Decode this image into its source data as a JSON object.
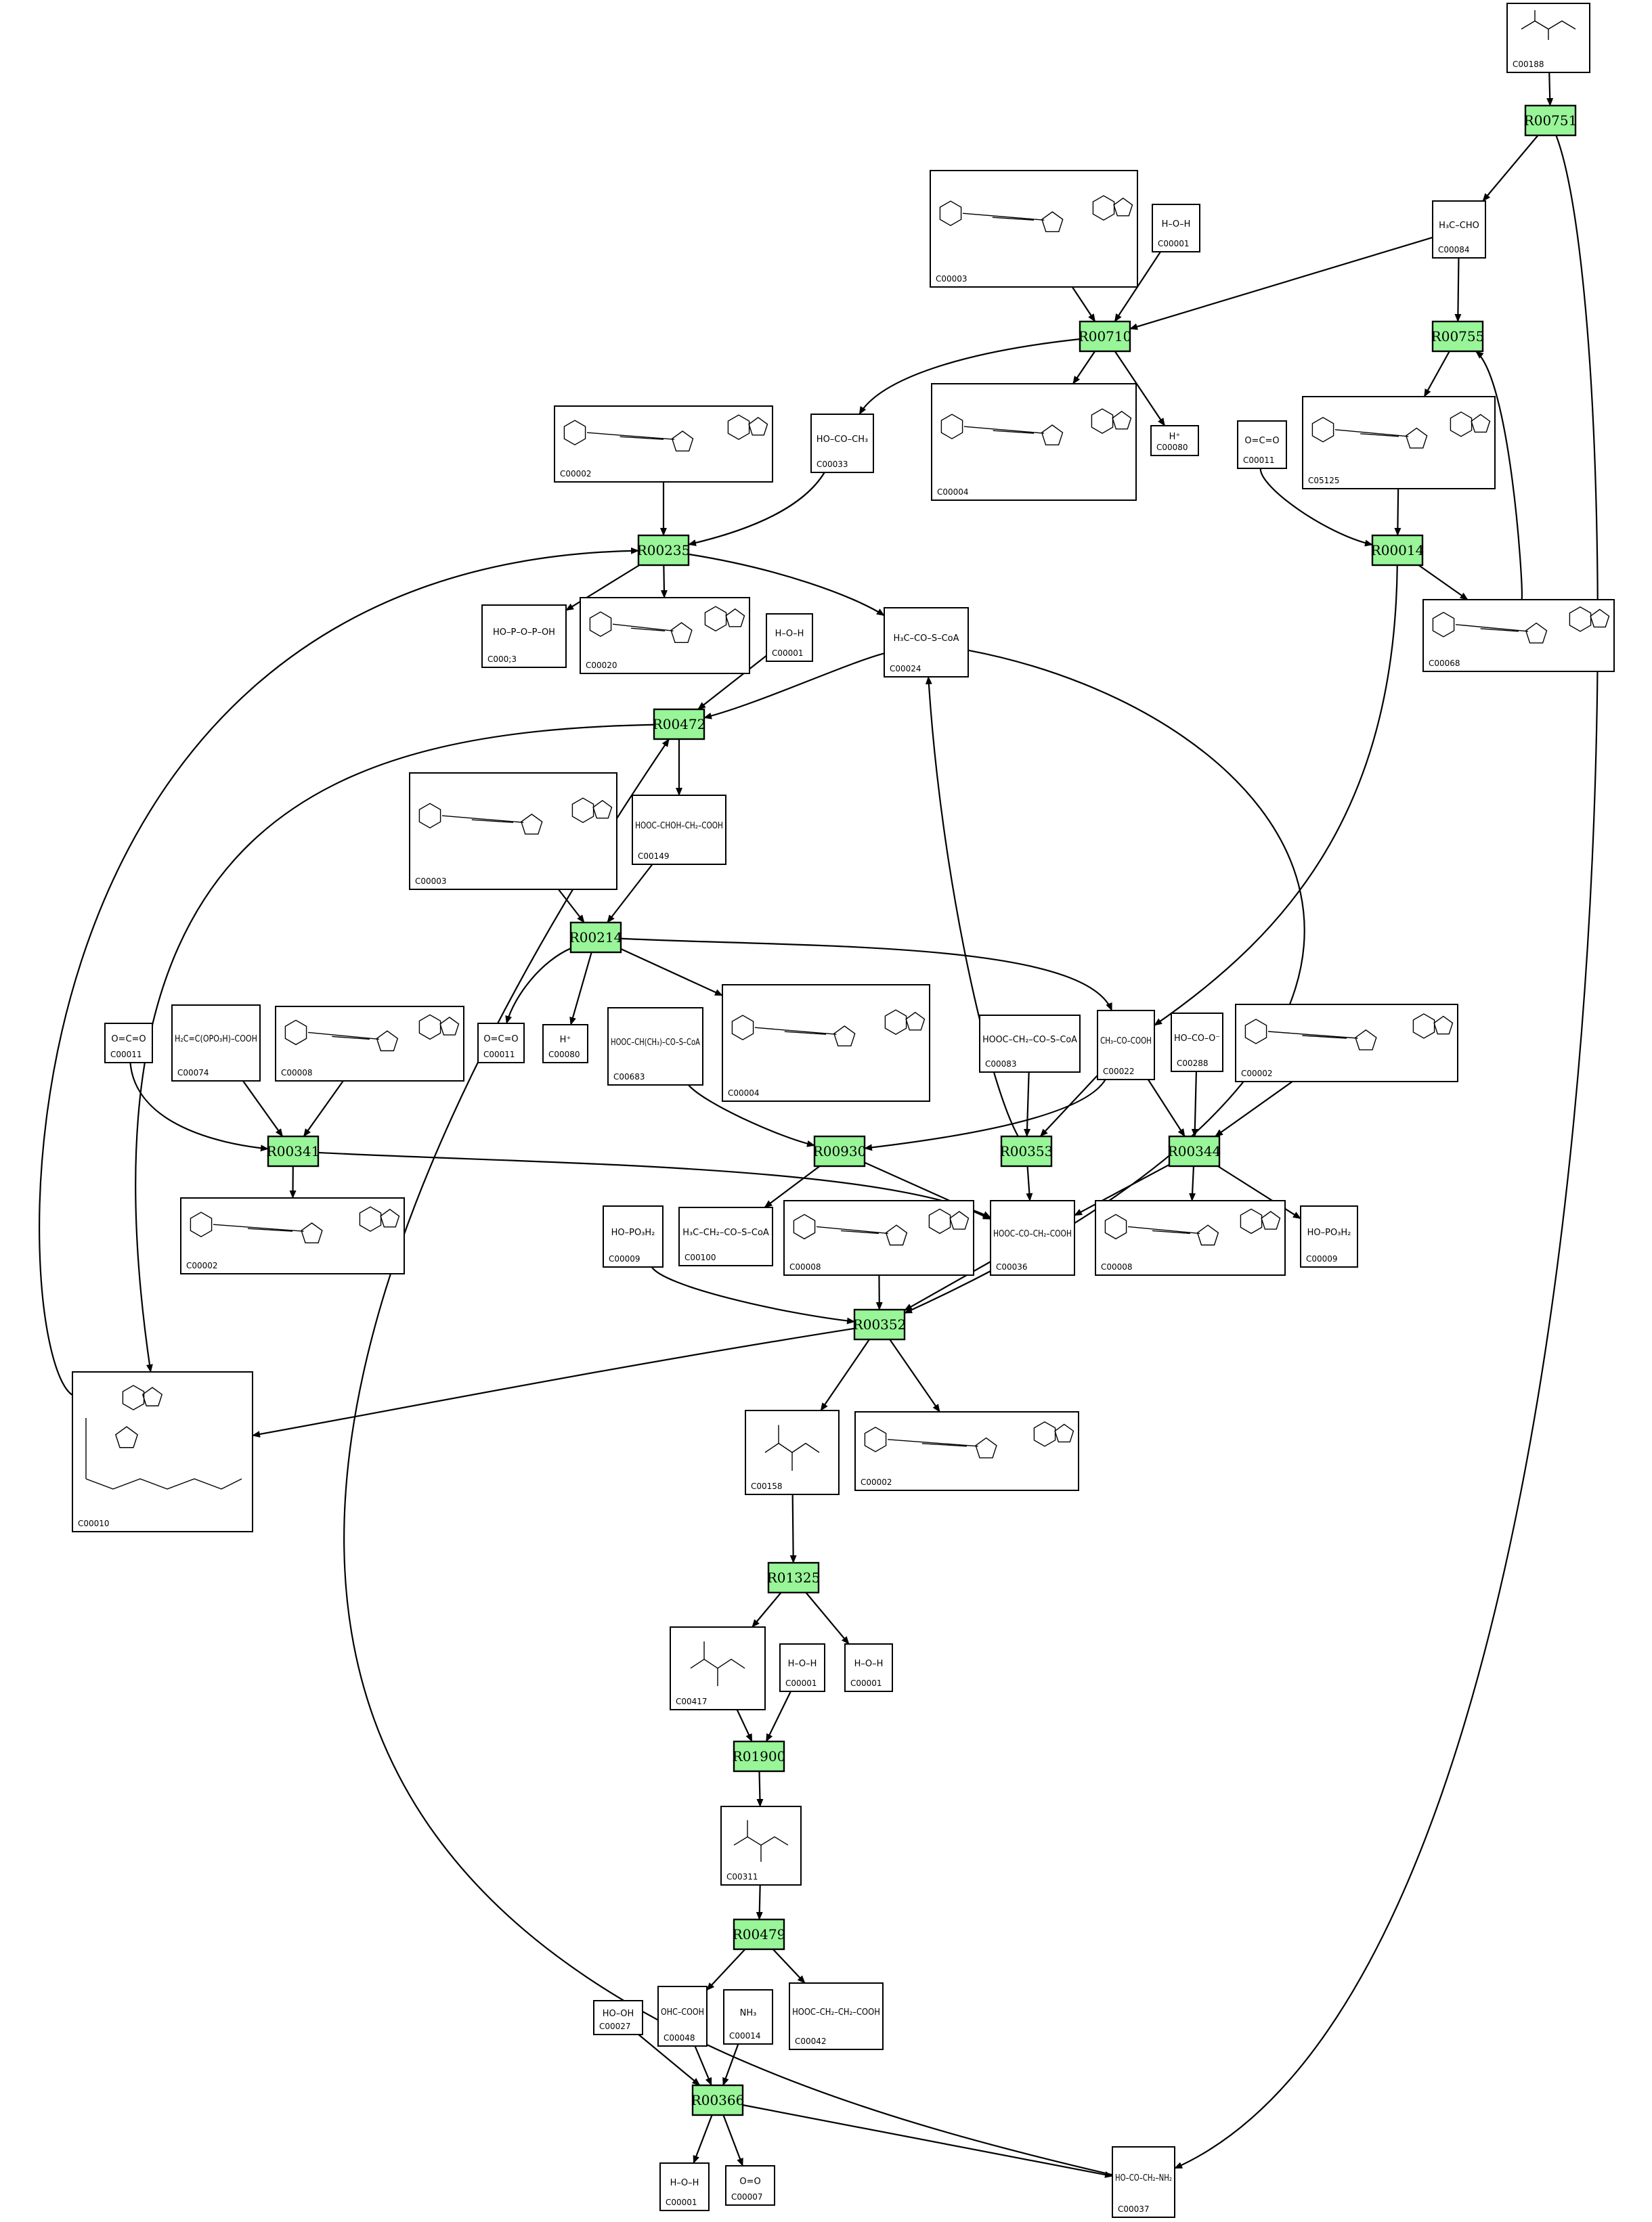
{
  "reactions": [
    {
      "id": "r-R00751",
      "label": "R00751"
    },
    {
      "id": "r-R00710",
      "label": "R00710"
    },
    {
      "id": "r-R00755",
      "label": "R00755"
    },
    {
      "id": "r-R00014",
      "label": "R00014"
    },
    {
      "id": "r-R00235",
      "label": "R00235"
    },
    {
      "id": "r-R00472",
      "label": "R00472"
    },
    {
      "id": "r-R00214",
      "label": "R00214"
    },
    {
      "id": "r-R00341",
      "label": "R00341"
    },
    {
      "id": "r-R00930",
      "label": "R00930"
    },
    {
      "id": "r-R00353",
      "label": "R00353"
    },
    {
      "id": "r-R00344",
      "label": "R00344"
    },
    {
      "id": "r-R00352",
      "label": "R00352"
    },
    {
      "id": "r-R01325",
      "label": "R01325"
    },
    {
      "id": "r-R01900",
      "label": "R01900"
    },
    {
      "id": "r-R00479",
      "label": "R00479"
    },
    {
      "id": "r-R00366",
      "label": "R00366"
    }
  ],
  "compounds": [
    {
      "id": "c-C00188-top",
      "cid": "C00188",
      "formula": "",
      "kind": "amino"
    },
    {
      "id": "c-C00084",
      "cid": "C00084",
      "formula": "H₃C–CHO",
      "kind": "small"
    },
    {
      "id": "c-C00003-top",
      "cid": "C00003",
      "formula": "",
      "kind": "nucleotide"
    },
    {
      "id": "c-C00001-a",
      "cid": "C00001",
      "formula": "H–O–H",
      "kind": "small"
    },
    {
      "id": "c-C00004-top",
      "cid": "C00004",
      "formula": "",
      "kind": "nucleotide"
    },
    {
      "id": "c-C00080-a",
      "cid": "C00080",
      "formula": "H⁺",
      "kind": "small"
    },
    {
      "id": "c-C05125",
      "cid": "C05125",
      "formula": "",
      "kind": "thiamine"
    },
    {
      "id": "c-C00011-a",
      "cid": "C00011",
      "formula": "O=C=O",
      "kind": "small"
    },
    {
      "id": "c-C00002-a",
      "cid": "C00002",
      "formula": "",
      "kind": "nucleotide"
    },
    {
      "id": "c-C00033",
      "cid": "C00033",
      "formula": "HO–CO–CH₃",
      "kind": "small"
    },
    {
      "id": "c-C00013",
      "cid": "C000;3",
      "formula": "HO–P–O–P–OH",
      "kind": "small"
    },
    {
      "id": "c-C00020",
      "cid": "C00020",
      "formula": "",
      "kind": "nucleotide"
    },
    {
      "id": "c-C00001-b",
      "cid": "C00001",
      "formula": "H–O–H",
      "kind": "small"
    },
    {
      "id": "c-C00024",
      "cid": "C00024",
      "formula": "H₃C–CO–S–CoA",
      "kind": "small"
    },
    {
      "id": "c-C00068",
      "cid": "C00068",
      "formula": "",
      "kind": "thiamine"
    },
    {
      "id": "c-C00003-mid",
      "cid": "C00003",
      "formula": "",
      "kind": "nucleotide"
    },
    {
      "id": "c-C00149",
      "cid": "C00149",
      "formula": "HOOC–CHOH–CH₂–COOH",
      "kind": "small"
    },
    {
      "id": "c-C00011-b",
      "cid": "C00011",
      "formula": "O=C=O",
      "kind": "small"
    },
    {
      "id": "c-C00080-b",
      "cid": "C00080",
      "formula": "H⁺",
      "kind": "small"
    },
    {
      "id": "c-C00004-mid",
      "cid": "C00004",
      "formula": "",
      "kind": "nucleotide"
    },
    {
      "id": "c-C00011-c",
      "cid": "C00011",
      "formula": "O=C=O",
      "kind": "small"
    },
    {
      "id": "c-C00074",
      "cid": "C00074",
      "formula": "H₂C=C(OPO₃H)–COOH",
      "kind": "small"
    },
    {
      "id": "c-C00008-a",
      "cid": "C00008",
      "formula": "",
      "kind": "nucleotide"
    },
    {
      "id": "c-C00683",
      "cid": "C00683",
      "formula": "HOOC–CH(CH₃)–CO–S–CoA",
      "kind": "small"
    },
    {
      "id": "c-C00083",
      "cid": "C00083",
      "formula": "HOOC–CH₂–CO–S–CoA",
      "kind": "small"
    },
    {
      "id": "c-C00022",
      "cid": "C00022",
      "formula": "CH₃–CO–COOH",
      "kind": "small"
    },
    {
      "id": "c-C00288",
      "cid": "C00288",
      "formula": "HO–CO–O⁻",
      "kind": "small"
    },
    {
      "id": "c-C00002-b",
      "cid": "C00002",
      "formula": "",
      "kind": "nucleotide"
    },
    {
      "id": "c-C00002-c",
      "cid": "C00002",
      "formula": "",
      "kind": "nucleotide"
    },
    {
      "id": "c-C00009-a",
      "cid": "C00009",
      "formula": "HO–PO₃H₂",
      "kind": "small"
    },
    {
      "id": "c-C00100",
      "cid": "C00100",
      "formula": "H₃C–CH₂–CO–S–CoA",
      "kind": "small"
    },
    {
      "id": "c-C00008-b",
      "cid": "C00008",
      "formula": "",
      "kind": "nucleotide"
    },
    {
      "id": "c-C00036",
      "cid": "C00036",
      "formula": "HOOC–CO–CH₂–COOH",
      "kind": "small"
    },
    {
      "id": "c-C00008-c",
      "cid": "C00008",
      "formula": "",
      "kind": "nucleotide"
    },
    {
      "id": "c-C00009-b",
      "cid": "C00009",
      "formula": "HO–PO₃H₂",
      "kind": "small"
    },
    {
      "id": "c-C00010",
      "cid": "C00010",
      "formula": "",
      "kind": "coa"
    },
    {
      "id": "c-C00158",
      "cid": "C00158",
      "formula": "",
      "kind": "citrate"
    },
    {
      "id": "c-C00002-d",
      "cid": "C00002",
      "formula": "",
      "kind": "nucleotide"
    },
    {
      "id": "c-C00417",
      "cid": "C00417",
      "formula": "",
      "kind": "citrate"
    },
    {
      "id": "c-C00001-c",
      "cid": "C00001",
      "formula": "H–O–H",
      "kind": "small"
    },
    {
      "id": "c-C00001-d",
      "cid": "C00001",
      "formula": "H–O–H",
      "kind": "small"
    },
    {
      "id": "c-C00311",
      "cid": "C00311",
      "formula": "",
      "kind": "citrate"
    },
    {
      "id": "c-C00027",
      "cid": "C00027",
      "formula": "HO–OH",
      "kind": "small"
    },
    {
      "id": "c-C00048",
      "cid": "C00048",
      "formula": "OHC–COOH",
      "kind": "small"
    },
    {
      "id": "c-C00014",
      "cid": "C00014",
      "formula": "NH₃",
      "kind": "small"
    },
    {
      "id": "c-C00042",
      "cid": "C00042",
      "formula": "HOOC–CH₂–CH₂–COOH",
      "kind": "small"
    },
    {
      "id": "c-C00001-e",
      "cid": "C00001",
      "formula": "H–O–H",
      "kind": "small"
    },
    {
      "id": "c-C00007",
      "cid": "C00007",
      "formula": "O=O",
      "kind": "small"
    },
    {
      "id": "c-C00037",
      "cid": "C00037",
      "formula": "HO–CO–CH₂–NH₂",
      "kind": "small"
    }
  ]
}
